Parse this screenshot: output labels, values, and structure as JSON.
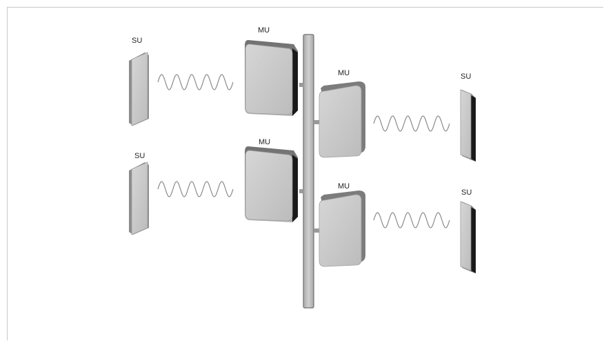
{
  "diagram": {
    "labels": {
      "su_left_top": "SU",
      "su_left_bottom": "SU",
      "mu_left_top": "MU",
      "mu_left_bottom": "MU",
      "mu_right_top": "MU",
      "mu_right_bottom": "MU",
      "su_right_top": "SU",
      "su_right_bottom": "SU"
    },
    "colors": {
      "device_face": "#c8c8c8",
      "device_edge_dark": "#1a1a1a",
      "device_side": "#8a8a8a",
      "wave": "#8a8a8a",
      "bus": "#c4c4c4",
      "bus_outline": "#7a7a7a"
    }
  }
}
